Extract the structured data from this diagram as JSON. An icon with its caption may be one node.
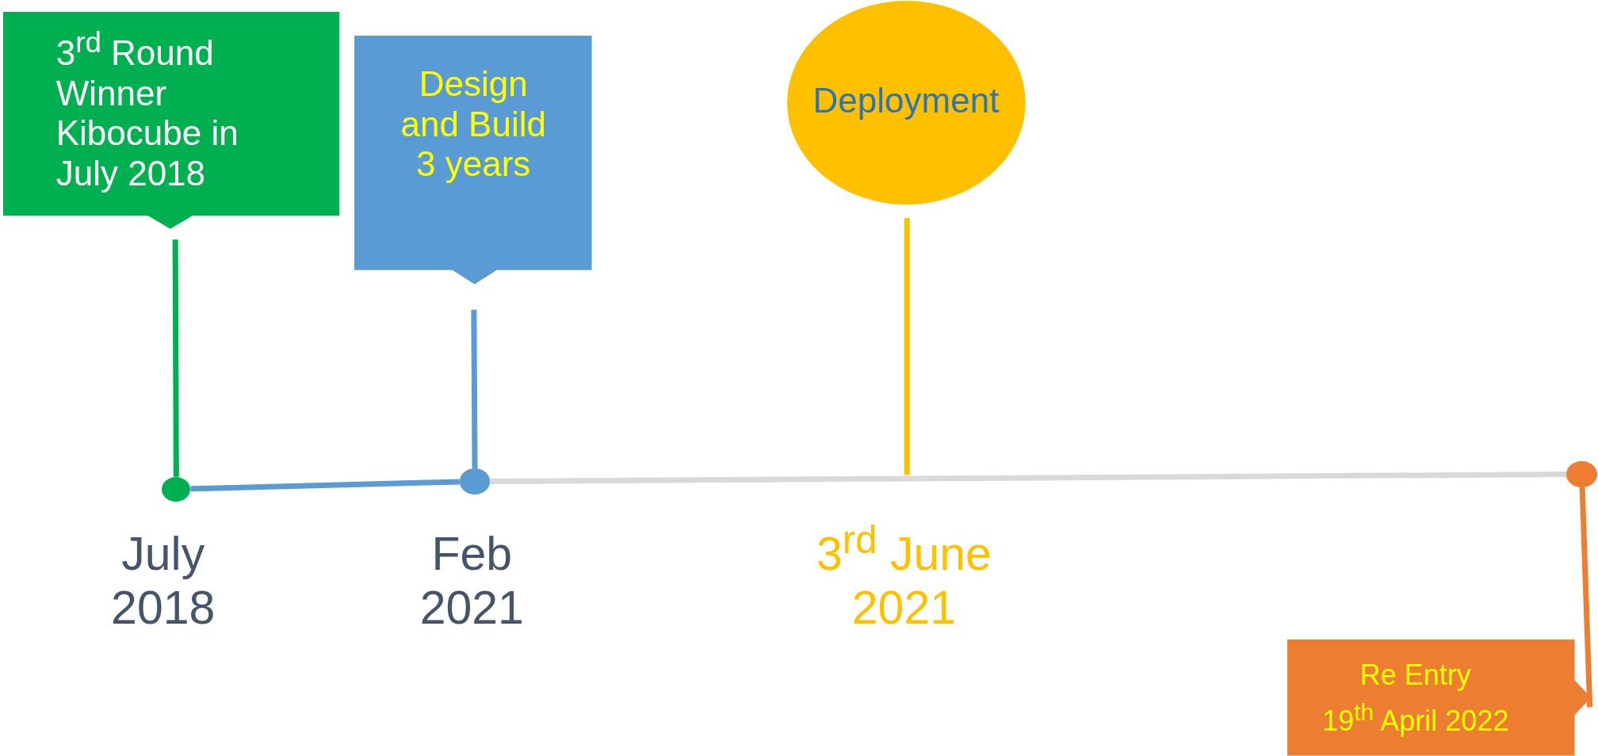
{
  "diagram": {
    "nodes": [
      {
        "text": [
          "3$^{rd}$ Round Winner Kibocube in July 2018"
        ]
      },
      {
        "text": [
          "Design and Build 3 years"
        ]
      },
      {
        "text": [
          "Deployment"
        ]
      },
      {
        "text": [
          "Re Entry",
          "19$^{th}$ April 2022"
        ]
      },
      {
        "text": [],
        "shape": "circle"
      },
      {
        "text": [],
        "shape": "circle"
      },
      {
        "text": [],
        "shape": "circle"
      }
    ],
    "edges": [
      {
        "from": 0,
        "to": 4,
        "arrow": "none",
        "color": "#00b050"
      },
      {
        "from": 1,
        "to": 5,
        "arrow": "none",
        "color": "#5b9bd5"
      },
      {
        "from": 2,
        "to": null,
        "arrow": "none",
        "color": "#ffc000"
      },
      {
        "from": 4,
        "to": 5,
        "arrow": "none",
        "color": "#5b9bd5"
      },
      {
        "from": 5,
        "to": 6,
        "arrow": "none",
        "color": "#d9d9d9"
      },
      {
        "from": 6,
        "to": 3,
        "arrow": "none",
        "color": "#ed7d31"
      }
    ],
    "labels": [
      "July 2018",
      "Feb 2021",
      "3$^{rd}$ June 2021"
    ]
  }
}
